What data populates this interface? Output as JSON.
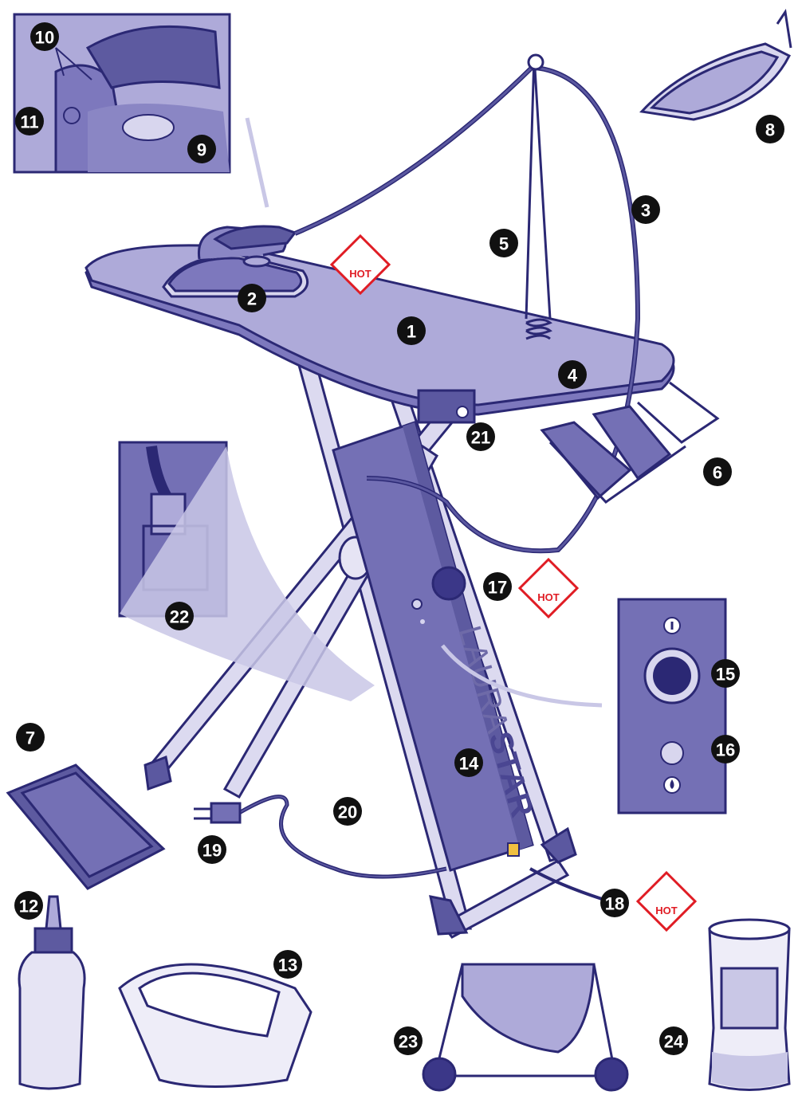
{
  "colors": {
    "outline": "#2b2874",
    "board": "#aeaad9",
    "board_edge": "#7d78bd",
    "body": "#7470b5",
    "frame": "#d8d6ee",
    "hot_red": "#e01c24",
    "callout_arrow": "#c9c7e6"
  },
  "callouts": [
    {
      "id": "1",
      "label": "1"
    },
    {
      "id": "2",
      "label": "2"
    },
    {
      "id": "3",
      "label": "3"
    },
    {
      "id": "4",
      "label": "4"
    },
    {
      "id": "5",
      "label": "5"
    },
    {
      "id": "6",
      "label": "6"
    },
    {
      "id": "7",
      "label": "7"
    },
    {
      "id": "8",
      "label": "8"
    },
    {
      "id": "9",
      "label": "9"
    },
    {
      "id": "10",
      "label": "10"
    },
    {
      "id": "11",
      "label": "11"
    },
    {
      "id": "12",
      "label": "12"
    },
    {
      "id": "13",
      "label": "13"
    },
    {
      "id": "14",
      "label": "14"
    },
    {
      "id": "15",
      "label": "15"
    },
    {
      "id": "16",
      "label": "16"
    },
    {
      "id": "17",
      "label": "17"
    },
    {
      "id": "18",
      "label": "18"
    },
    {
      "id": "19",
      "label": "19"
    },
    {
      "id": "20",
      "label": "20"
    },
    {
      "id": "21",
      "label": "21"
    },
    {
      "id": "22",
      "label": "22"
    },
    {
      "id": "23",
      "label": "23"
    },
    {
      "id": "24",
      "label": "24"
    }
  ],
  "warnings": {
    "hot_label": "HOT",
    "icon": "hot-hand-warning-icon"
  },
  "brand": {
    "part1": "LAURA",
    "part2": "STAR"
  },
  "icons": {
    "power": "power-icon",
    "water": "water-drop-icon",
    "fan": "fan-icon"
  }
}
